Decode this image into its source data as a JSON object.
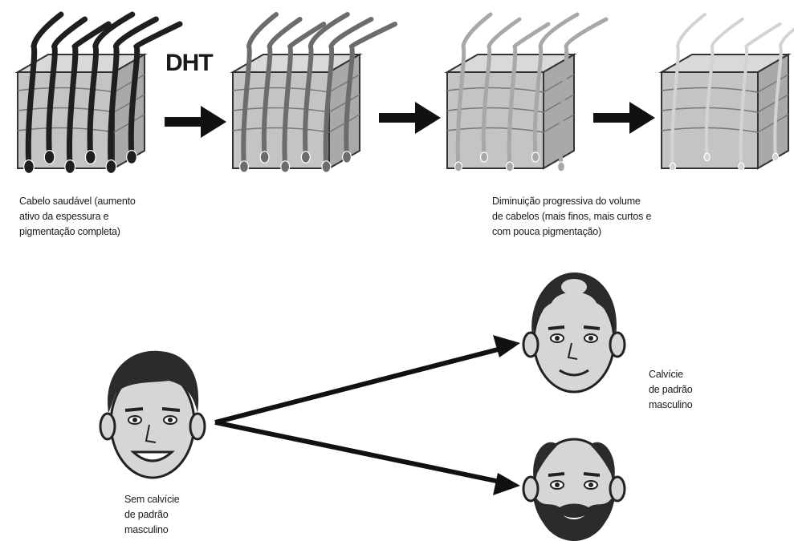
{
  "dht_label": "DHT",
  "stages": [
    {
      "name": "stage-healthy",
      "hair_color": "#1f1f1f",
      "hair_count": 6
    },
    {
      "name": "stage-dht-1",
      "hair_color": "#6c6c6c",
      "hair_count": 6
    },
    {
      "name": "stage-dht-2",
      "hair_color": "#a8a8a8",
      "hair_count": 5
    },
    {
      "name": "stage-dht-3",
      "hair_color": "#d3d3d3",
      "hair_count": 4
    }
  ],
  "captions": {
    "healthy": "Cabelo saudável (aumento\nativo da espessura e\npigmentação completa)",
    "progressive": "Diminuição progressiva do volume\nde cabelos (mais finos, mais curtos e\ncom pouca pigmentação)",
    "no_baldness": "Sem calvície\nde padrão\nmasculino",
    "baldness": "Calvície\nde padrão\nmasculino"
  },
  "colors": {
    "skin_top": "#d9d9d9",
    "skin_front": "#c4c4c4",
    "skin_side": "#a9a9a9",
    "face": "#d6d6d6",
    "hair_dark": "#2b2b2b",
    "arrow": "#111111"
  }
}
